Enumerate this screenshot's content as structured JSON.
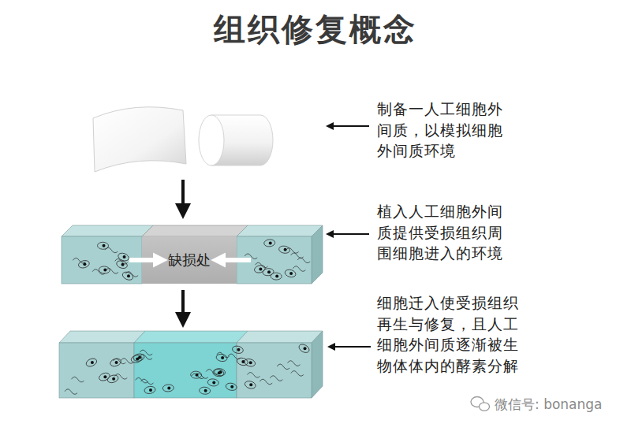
{
  "diagram": {
    "title": "组织修复概念",
    "nodes": [
      {
        "text": [
          "缺损处"
        ]
      }
    ],
    "labels": [
      "制备一人工细胞外 间质，以模拟细胞 外间质环境",
      "植入人工细胞外间 质提供受损组织周 围细胞进入的环境",
      "细胞迁入使受损组织 再生与修复，且人工 细胞外间质逐渐被生 物体体内的酵素分解",
      "微信号: bonanga"
    ]
  }
}
